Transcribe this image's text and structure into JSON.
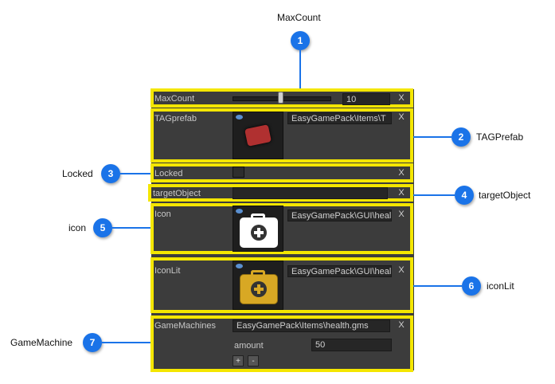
{
  "annotations": {
    "c1": {
      "num": "1",
      "label": "MaxCount"
    },
    "c2": {
      "num": "2",
      "label": "TAGPrefab"
    },
    "c3": {
      "num": "3",
      "label": "Locked"
    },
    "c4": {
      "num": "4",
      "label": "targetObject"
    },
    "c5": {
      "num": "5",
      "label": "icon"
    },
    "c6": {
      "num": "6",
      "label": "iconLit"
    },
    "c7": {
      "num": "7",
      "label": "GameMachine"
    }
  },
  "inspector": {
    "maxcount": {
      "label": "MaxCount",
      "value": "10",
      "slider_fraction": 0.5
    },
    "tagprefab": {
      "label": "TAGprefab",
      "path": "EasyGamePack\\Items\\T"
    },
    "locked": {
      "label": "Locked",
      "checked": false
    },
    "targetobject": {
      "label": "targetObject"
    },
    "icon": {
      "label": "Icon",
      "path": "EasyGamePack\\GUI\\heal"
    },
    "iconlit": {
      "label": "IconLit",
      "path": "EasyGamePack\\GUI\\heal"
    },
    "gamemachines": {
      "label": "GameMachines",
      "path": "EasyGamePack\\Items\\health.gms",
      "amount_label": "amount",
      "amount_value": "50",
      "plus": "+",
      "minus": "-"
    },
    "x_label": "X"
  },
  "colors": {
    "highlight": "#f4e600",
    "callout": "#1a73e8",
    "panel": "#3c3c3c"
  }
}
